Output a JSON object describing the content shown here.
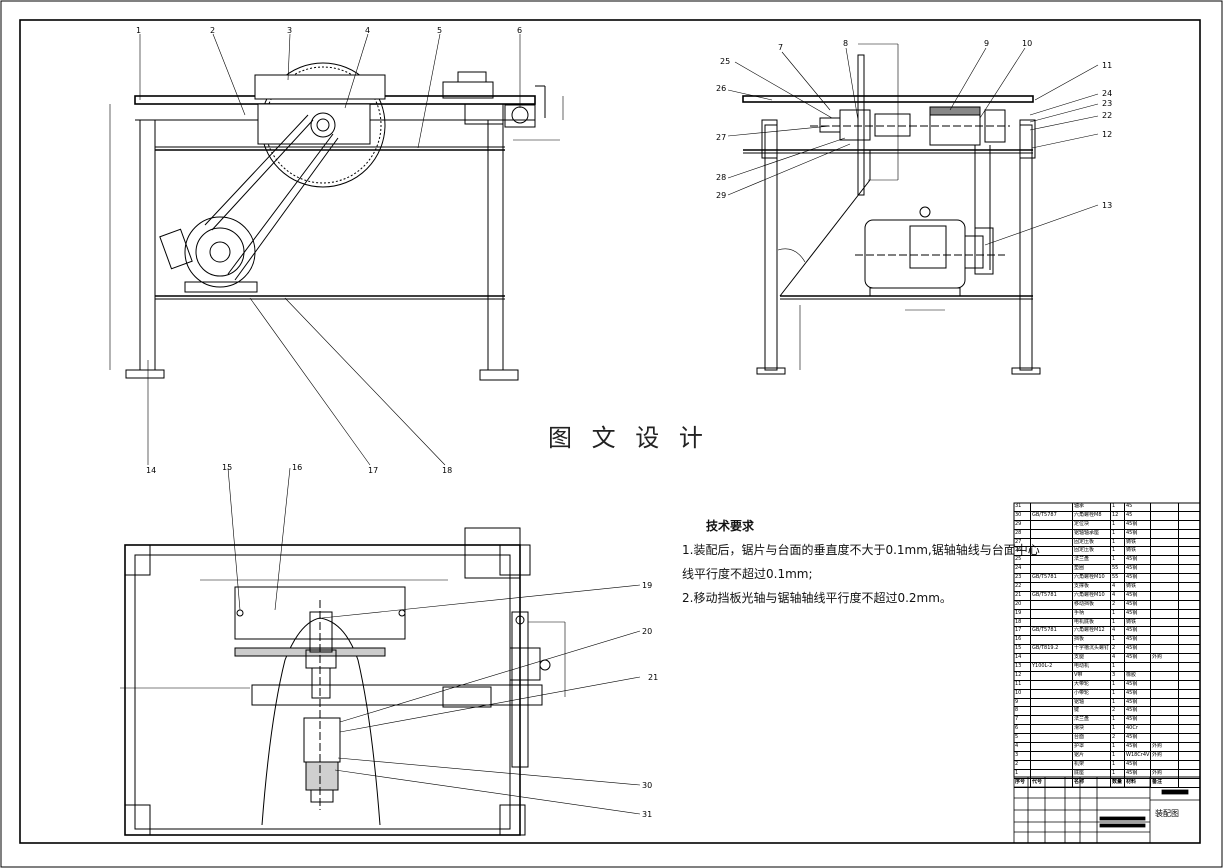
{
  "watermark": "图 文 设 计",
  "notes": {
    "title": "技术要求",
    "lines": [
      "1.装配后，锯片与台面的垂直度不大于0.1mm,锯轴轴线与台面中心",
      "线平行度不超过0.1mm;",
      "2.移动挡板光轴与锯轴轴线平行度不超过0.2mm。"
    ]
  },
  "balloons": {
    "front": [
      "1",
      "2",
      "3",
      "4",
      "5",
      "6",
      "14",
      "17",
      "18"
    ],
    "side": [
      "7",
      "8",
      "9",
      "10",
      "11",
      "24",
      "23",
      "22",
      "12",
      "13",
      "25",
      "26",
      "27",
      "28",
      "29"
    ],
    "top": [
      "15",
      "16",
      "19",
      "20",
      "21",
      "30",
      "31"
    ]
  },
  "bom": {
    "rows": [
      [
        "31",
        "",
        "轴承",
        "1",
        "45",
        ""
      ],
      [
        "30",
        "GB/T5787",
        "六角螺栓M8",
        "12",
        "45",
        ""
      ],
      [
        "29",
        "",
        "定位块",
        "1",
        "45钢",
        ""
      ],
      [
        "28",
        "",
        "锯轴轴承座",
        "1",
        "45钢",
        ""
      ],
      [
        "27",
        "",
        "固定压板",
        "1",
        "铸铁",
        ""
      ],
      [
        "26",
        "",
        "固定压板",
        "1",
        "铸铁",
        ""
      ],
      [
        "25",
        "",
        "法兰盘",
        "1",
        "45钢",
        ""
      ],
      [
        "24",
        "",
        "垫圈",
        "55",
        "45钢",
        ""
      ],
      [
        "23",
        "GB/T5781",
        "六角螺栓M10",
        "55",
        "45钢",
        ""
      ],
      [
        "22",
        "",
        "支撑板",
        "4",
        "铸铁",
        ""
      ],
      [
        "21",
        "GB/T5781",
        "六角螺栓M10",
        "4",
        "45钢",
        ""
      ],
      [
        "20",
        "",
        "移动挡板",
        "2",
        "45钢",
        ""
      ],
      [
        "19",
        "",
        "手柄",
        "1",
        "45钢",
        ""
      ],
      [
        "18",
        "",
        "电机底板",
        "1",
        "铸铁",
        ""
      ],
      [
        "17",
        "GB/T5781",
        "六角螺栓M12",
        "4",
        "45钢",
        ""
      ],
      [
        "16",
        "",
        "挡板",
        "1",
        "45钢",
        ""
      ],
      [
        "15",
        "GB/T819.2",
        "十字槽沉头螺钉",
        "2",
        "45钢",
        ""
      ],
      [
        "14",
        "",
        "支腿",
        "4",
        "45钢",
        "外购"
      ],
      [
        "13",
        "Y100L-2",
        "电动机",
        "1",
        "",
        ""
      ],
      [
        "12",
        "",
        "V带",
        "3",
        "橡胶",
        ""
      ],
      [
        "11",
        "",
        "大带轮",
        "1",
        "45钢",
        ""
      ],
      [
        "10",
        "",
        "小带轮",
        "1",
        "45钢",
        ""
      ],
      [
        "9",
        "",
        "锯轴",
        "1",
        "45钢",
        ""
      ],
      [
        "8",
        "",
        "键",
        "2",
        "45钢",
        ""
      ],
      [
        "7",
        "",
        "法兰盘",
        "1",
        "45钢",
        ""
      ],
      [
        "6",
        "",
        "滑块",
        "1",
        "40Cr",
        ""
      ],
      [
        "5",
        "",
        "台面",
        "2",
        "45钢",
        ""
      ],
      [
        "4",
        "",
        "护罩",
        "1",
        "45钢",
        "外购"
      ],
      [
        "3",
        "",
        "锯片",
        "1",
        "W18Cr4V",
        "外购"
      ],
      [
        "2",
        "",
        "机架",
        "1",
        "45钢",
        ""
      ],
      [
        "1",
        "",
        "底座",
        "1",
        "45钢",
        "外购"
      ]
    ],
    "header": [
      "序号",
      "代号",
      "名称",
      "数量",
      "材料",
      "备注"
    ]
  },
  "title_block": {
    "drawing_name": "装配图"
  }
}
